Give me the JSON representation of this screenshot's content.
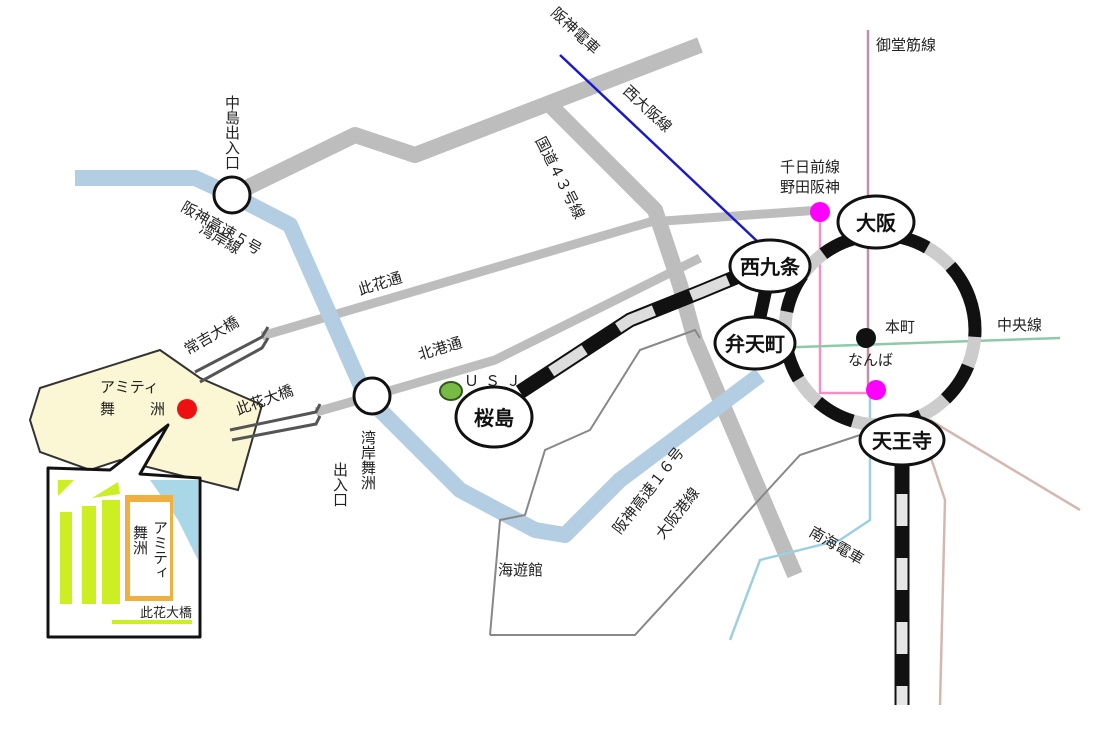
{
  "stations": {
    "osaka": "大阪",
    "nishikujo": "西九条",
    "bentencho": "弁天町",
    "tennoji": "天王寺",
    "sakurajima": "桜島",
    "hommachi": "本町",
    "namba": "なんば"
  },
  "lines": {
    "hanshin_densha": "阪神電車",
    "nishiosaka_sen": "西大阪線",
    "sennichimae": "千日前線",
    "noda_hanshin": "野田阪神",
    "midosuji": "御堂筋線",
    "chuo": "中央線",
    "nankai": "南海電車"
  },
  "roads": {
    "hanshin_5": "阪神高速５号",
    "wangan": "湾岸線",
    "route43": "国道４３号線",
    "konohana_dori": "此花通",
    "hokko_dori": "北港通",
    "hanshin_16": "阪神高速１６号",
    "osaka_kowan": "大阪港線"
  },
  "places": {
    "usj": "ＵＳＪ",
    "kaiyukan": "海遊館",
    "tsuneyoshi": "常吉大橋",
    "konohana_ohashi": "此花大橋",
    "nakajima_exit": "中島出入口",
    "wangan_maishima": "湾岸舞洲",
    "deiriguchi": "出入口"
  },
  "venue": {
    "name": "アミティ",
    "area_1": "舞",
    "area_2": "洲",
    "inset_name": "アミティ",
    "inset_area": "舞洲",
    "inset_bridge": "此花大橋"
  },
  "colors": {
    "expressway": "#b3cde3",
    "road": "#bdbdbd",
    "hanshin": "#1a1acc",
    "midosuji": "#c48ea6",
    "chuo": "#8ec9a8",
    "transfer": "#ff00ff",
    "usj_marker": "#77bb44",
    "venue_marker": "#ee1111",
    "island_fill": "#fbf6d4",
    "inset_green": "#ccee22",
    "inset_orange": "#f0b040",
    "inset_water": "#a8d8e8"
  }
}
